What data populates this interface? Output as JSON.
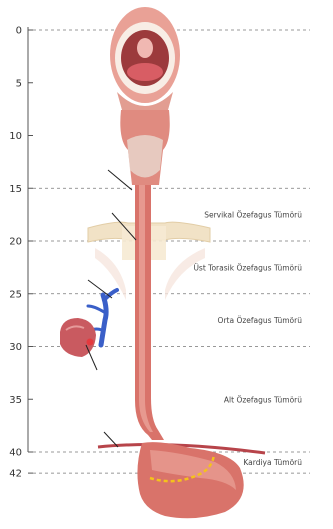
{
  "scale": {
    "unit": "cm",
    "ticks": [
      {
        "value": 0,
        "label": "0"
      },
      {
        "value": 5,
        "label": "5"
      },
      {
        "value": 10,
        "label": "10"
      },
      {
        "value": 15,
        "label": "15"
      },
      {
        "value": 20,
        "label": "20"
      },
      {
        "value": 25,
        "label": "25"
      },
      {
        "value": 30,
        "label": "30"
      },
      {
        "value": 35,
        "label": "35"
      },
      {
        "value": 40,
        "label": "40"
      },
      {
        "value": 42,
        "label": "42"
      }
    ],
    "dashed_levels": [
      0,
      15,
      20,
      25,
      30,
      40,
      42
    ]
  },
  "regions": [
    {
      "label": "Servikal Özefagus Tümörü",
      "from": 15,
      "to": 20
    },
    {
      "label": "Üst Torasik Özefagus Tümörü",
      "from": 20,
      "to": 25
    },
    {
      "label": "Orta Özefagus Tümörü",
      "from": 25,
      "to": 30
    },
    {
      "label": "Alt Özefagus Tümörü",
      "from": 30,
      "to": 40
    },
    {
      "label": "Kardiya Tümörü",
      "from": 40,
      "to": 42
    }
  ],
  "colors": {
    "esophagus": "#d9736a",
    "esophagus_light": "#ecaaa0",
    "mouth": "#f2b6ad",
    "bone": "#f1e2c6",
    "vein": "#3a5fc8",
    "heart": "#c95a60",
    "dashed": "#777777",
    "marker": "#f5c21b"
  }
}
